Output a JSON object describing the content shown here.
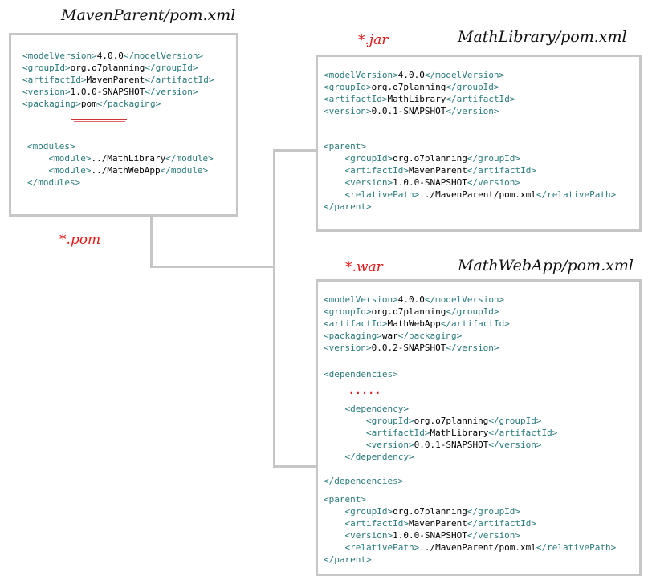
{
  "parent_pom": {
    "title": "MavenParent/pom.xml",
    "packaging_tag": "*.pom",
    "lines": [
      [
        "<modelVersion>",
        "4.0.0",
        "</modelVersion>"
      ],
      [
        "<groupId>",
        "org.o7planning",
        "</groupId>"
      ],
      [
        "<artifactId>",
        "MavenParent",
        "</artifactId>"
      ],
      [
        "<version>",
        "1.0.0-SNAPSHOT",
        "</version>"
      ],
      [
        "<packaging>",
        "pom",
        "</packaging>"
      ]
    ],
    "modules_open": "<modules>",
    "modules": [
      [
        "<module>",
        "../MathLibrary",
        "</module>"
      ],
      [
        "<module>",
        "../MathWebApp",
        "</module>"
      ]
    ],
    "modules_close": "</modules>"
  },
  "library_pom": {
    "title": "MathLibrary/pom.xml",
    "packaging_tag": "*.jar",
    "lines": [
      [
        "<modelVersion>",
        "4.0.0",
        "</modelVersion>"
      ],
      [
        "<groupId>",
        "org.o7planning",
        "</groupId>"
      ],
      [
        "<artifactId>",
        "MathLibrary",
        "</artifactId>"
      ],
      [
        "<version>",
        "0.0.1-SNAPSHOT",
        "</version>"
      ]
    ],
    "parent_open": "<parent>",
    "parent": [
      [
        "<groupId>",
        "org.o7planning",
        "</groupId>"
      ],
      [
        "<artifactId>",
        "MavenParent",
        "</artifactId>"
      ],
      [
        "<version>",
        "1.0.0-SNAPSHOT",
        "</version>"
      ],
      [
        "<relativePath>",
        "../MavenParent/pom.xml",
        "</relativePath>"
      ]
    ],
    "parent_close": "</parent>"
  },
  "webapp_pom": {
    "title": "MathWebApp/pom.xml",
    "packaging_tag": "*.war",
    "lines": [
      [
        "<modelVersion>",
        "4.0.0",
        "</modelVersion>"
      ],
      [
        "<groupId>",
        "org.o7planning",
        "</groupId>"
      ],
      [
        "<artifactId>",
        "MathWebApp",
        "</artifactId>"
      ],
      [
        "<packaging>",
        "war",
        "</packaging>"
      ],
      [
        "<version>",
        "0.0.2-SNAPSHOT",
        "</version>"
      ]
    ],
    "dependencies_open": "<dependencies>",
    "ellipsis": ".....",
    "dependency_open": "<dependency>",
    "dependency": [
      [
        "<groupId>",
        "org.o7planning",
        "</groupId>"
      ],
      [
        "<artifactId>",
        "MathLibrary",
        "</artifactId>"
      ],
      [
        "<version>",
        "0.0.1-SNAPSHOT",
        "</version>"
      ]
    ],
    "dependency_close": "</dependency>",
    "dependencies_close": "</dependencies>",
    "parent_open": "<parent>",
    "parent": [
      [
        "<groupId>",
        "org.o7planning",
        "</groupId>"
      ],
      [
        "<artifactId>",
        "MavenParent",
        "</artifactId>"
      ],
      [
        "<version>",
        "1.0.0-SNAPSHOT",
        "</version>"
      ],
      [
        "<relativePath>",
        "../MavenParent/pom.xml",
        "</relativePath>"
      ]
    ],
    "parent_close": "</parent>"
  },
  "colors": {
    "tag_color": "#2a7a7a",
    "packaging_label_color": "#e01818",
    "box_border": "#c6c6c6"
  }
}
